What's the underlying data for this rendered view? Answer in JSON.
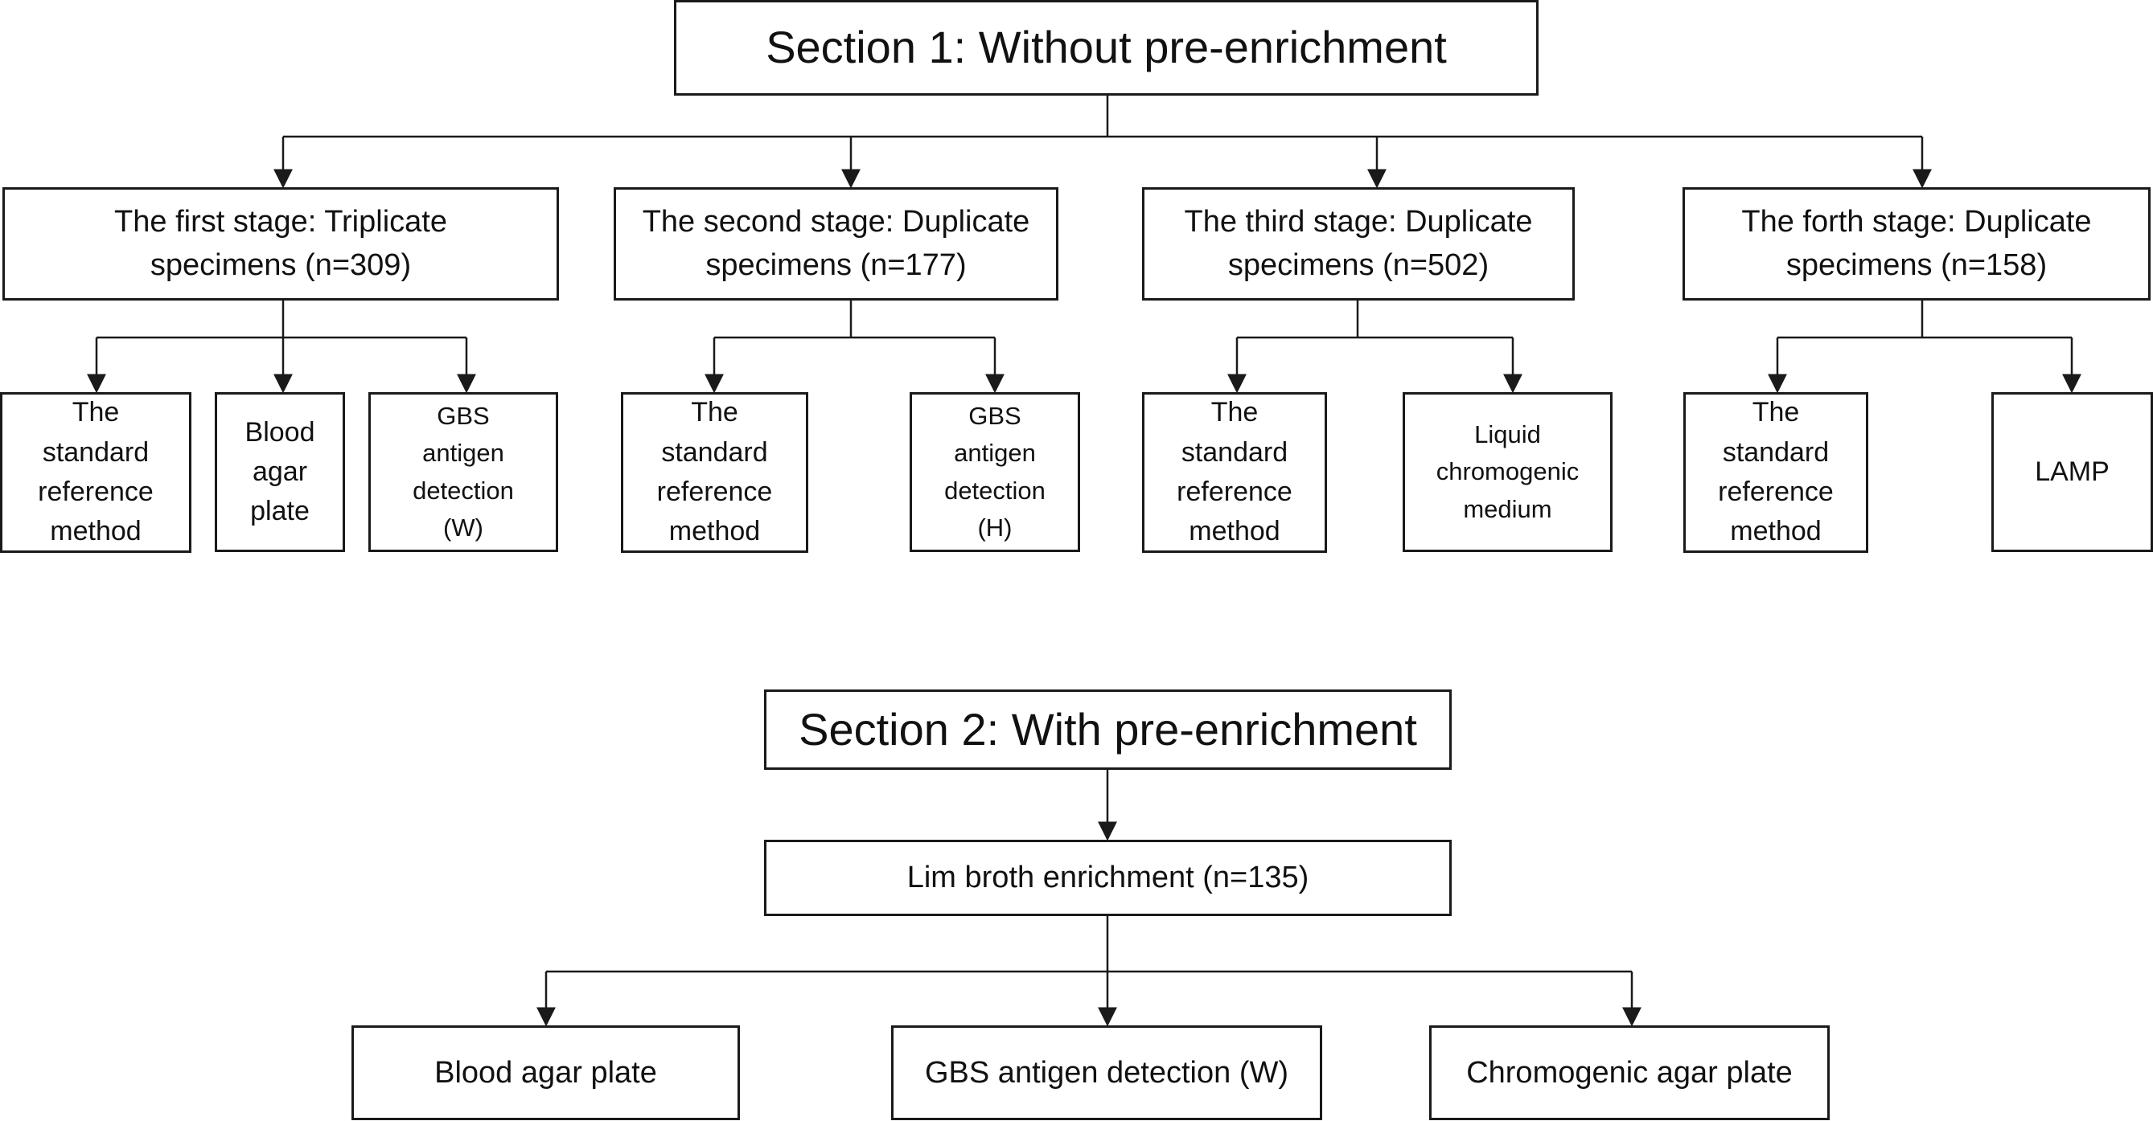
{
  "section1": {
    "title": "Section 1: Without pre-enrichment",
    "stages": [
      {
        "label": "The first stage: Triplicate\nspecimens (n=309)",
        "methods": [
          "The\nstandard\nreference\nmethod",
          "Blood\nagar\nplate",
          "GBS\nantigen\ndetection\n(W)"
        ]
      },
      {
        "label": "The second stage: Duplicate\nspecimens (n=177)",
        "methods": [
          "The\nstandard\nreference\nmethod",
          "GBS\nantigen\ndetection\n(H)"
        ]
      },
      {
        "label": "The third stage: Duplicate\nspecimens (n=502)",
        "methods": [
          "The\nstandard\nreference\nmethod",
          "Liquid\nchromogenic\nmedium"
        ]
      },
      {
        "label": "The forth stage: Duplicate\nspecimens (n=158)",
        "methods": [
          "The\nstandard\nreference\nmethod",
          "LAMP"
        ]
      }
    ]
  },
  "section2": {
    "title": "Section 2: With pre-enrichment",
    "enrichment": "Lim broth enrichment (n=135)",
    "methods": [
      "Blood agar plate",
      "GBS antigen detection (W)",
      "Chromogenic agar plate"
    ]
  }
}
